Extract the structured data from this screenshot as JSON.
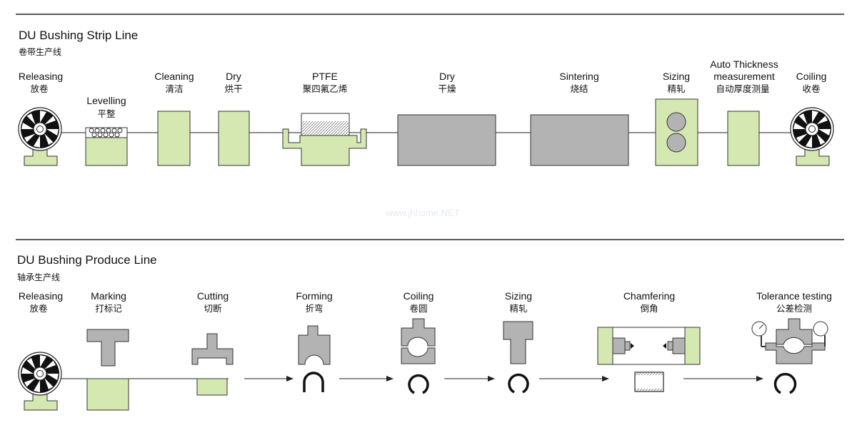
{
  "watermark": "www.jhhome.NET",
  "strip_line": {
    "title": "DU Bushing Strip Line",
    "subtitle": "卷带生产线",
    "steps": [
      {
        "en": "Releasing",
        "cn": "放卷"
      },
      {
        "en": "Levelling",
        "cn": "平整"
      },
      {
        "en": "Cleaning",
        "cn": "清洁"
      },
      {
        "en": "Dry",
        "cn": "烘干"
      },
      {
        "en": "PTFE",
        "cn": "聚四氟乙烯"
      },
      {
        "en": "Dry",
        "cn": "干燥"
      },
      {
        "en": "Sintering",
        "cn": "烧结"
      },
      {
        "en": "Sizing",
        "cn": "精轧"
      },
      {
        "en": "Auto Thickness",
        "en2": "measurement",
        "cn": "自动厚度测量"
      },
      {
        "en": "Coiling",
        "cn": "收卷"
      }
    ]
  },
  "produce_line": {
    "title": "DU Bushing Produce Line",
    "subtitle": "轴承生产线",
    "steps": [
      {
        "en": "Releasing",
        "cn": "放卷"
      },
      {
        "en": "Marking",
        "cn": "打标记"
      },
      {
        "en": "Cutting",
        "cn": "切断"
      },
      {
        "en": "Forming",
        "cn": "折弯"
      },
      {
        "en": "Coiling",
        "cn": "卷圆"
      },
      {
        "en": "Sizing",
        "cn": "精轧"
      },
      {
        "en": "Chamfering",
        "cn": "倒角"
      },
      {
        "en": "Tolerance testing",
        "cn": "公差检测"
      }
    ]
  },
  "colors": {
    "machine_green": "#d6e8b2",
    "machine_gray": "#b3b3b3",
    "outline": "#333333"
  }
}
